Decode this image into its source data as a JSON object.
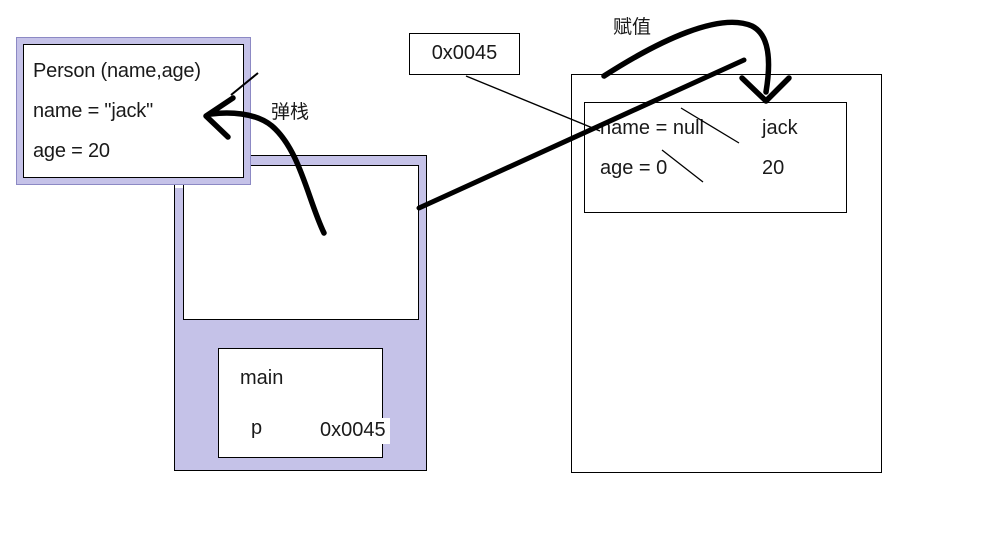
{
  "diagram": {
    "title": "Java stack and heap: object field assignment and stack frame pop",
    "colors": {
      "stack_fill": "#c5c2e8",
      "box_stroke": "#000000",
      "text": "#1a1a1a"
    }
  },
  "person_frame": {
    "name": "person-frame",
    "lines": [
      "Person (name,age)",
      "name = \"jack\"",
      "age = 20"
    ]
  },
  "stack": {
    "name": "stack-container",
    "empty_slot_label": "",
    "main_frame": {
      "label": "main",
      "variable_name": "p",
      "variable_value": "0x0045"
    }
  },
  "address_callout": {
    "value": "0x0045"
  },
  "heap": {
    "name": "heap-outer",
    "object": {
      "fields": [
        {
          "old": "name = null",
          "new": "jack",
          "struck": true
        },
        {
          "old": "age = 0",
          "new": "20",
          "struck": true
        }
      ]
    }
  },
  "annotations": {
    "pop_stack": "弹栈",
    "assignment": "赋值"
  }
}
